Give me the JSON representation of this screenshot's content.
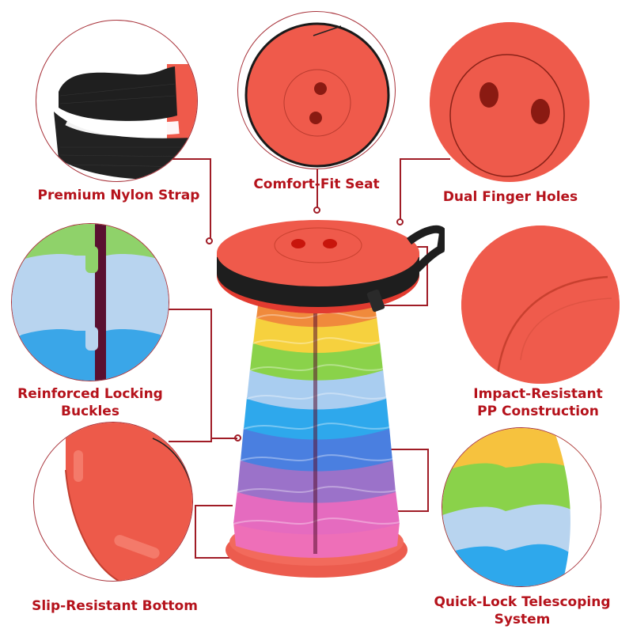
{
  "features": {
    "strap": {
      "label": "Premium Nylon Strap"
    },
    "seat": {
      "label": "Comfort-Fit Seat"
    },
    "holes": {
      "label": "Dual Finger Holes"
    },
    "buckles": {
      "label_line1": "Reinforced Locking",
      "label_line2": "Buckles"
    },
    "construction": {
      "label_line1": "Impact-Resistant",
      "label_line2": "PP Construction"
    },
    "bottom": {
      "label": "Slip-Resistant Bottom"
    },
    "telescoping": {
      "label_line1": "Quick-Lock Telescoping",
      "label_line2": "System"
    }
  },
  "colors": {
    "accent": "#b5121b",
    "connector": "#a01c26",
    "seat_red": "#ef5a4b",
    "strap_black": "#1e1e1e",
    "tiers": [
      "#f08a3c",
      "#f6d13e",
      "#8ad24a",
      "#a9cdf0",
      "#2ea8ec",
      "#4a7fe0",
      "#9b72c9",
      "#e56bbf",
      "#ee6fb8"
    ]
  }
}
